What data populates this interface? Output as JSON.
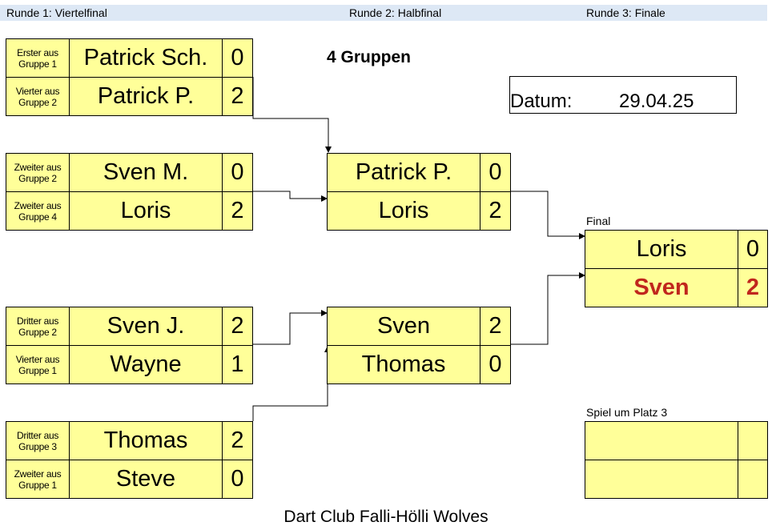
{
  "header": {
    "round1": "Runde 1:  Viertelfinal",
    "round2": "Runde 2:  Halbfinal",
    "round3": "Runde 3: Finale"
  },
  "groups_title": "4 Gruppen",
  "date": {
    "label": "Datum:",
    "value": "29.04.25"
  },
  "labels": {
    "final": "Final",
    "third_place": "Spiel um Platz 3"
  },
  "quarterfinals": [
    {
      "desc": "Erster aus Gruppe 1",
      "name": "Patrick Sch.",
      "score": "0"
    },
    {
      "desc": "Vierter aus Gruppe 2",
      "name": "Patrick P.",
      "score": "2"
    },
    {
      "desc": "Zweiter aus Gruppe 2",
      "name": "Sven M.",
      "score": "0"
    },
    {
      "desc": "Zweiter aus Gruppe 4",
      "name": "Loris",
      "score": "2"
    },
    {
      "desc": "Dritter aus Gruppe 2",
      "name": "Sven J.",
      "score": "2"
    },
    {
      "desc": "Vierter aus Gruppe 1",
      "name": "Wayne",
      "score": "1"
    },
    {
      "desc": "Dritter aus Gruppe 3",
      "name": "Thomas",
      "score": "2"
    },
    {
      "desc": "Zweiter aus Gruppe 1",
      "name": "Steve",
      "score": "0"
    }
  ],
  "semifinals": [
    {
      "name": "Patrick P.",
      "score": "0"
    },
    {
      "name": "Loris",
      "score": "2"
    },
    {
      "name": "Sven",
      "score": "2"
    },
    {
      "name": "Thomas",
      "score": "0"
    }
  ],
  "final": [
    {
      "name": "Loris",
      "score": "0"
    },
    {
      "name": "Sven",
      "score": "2"
    }
  ],
  "third_place": [
    {
      "name": "",
      "score": ""
    },
    {
      "name": "",
      "score": ""
    }
  ],
  "colors": {
    "cell_fill": "#ffff99",
    "winner_text": "#c0261d",
    "header_bar": "#dde8f5"
  },
  "footer": "Dart Club Falli-Hölli Wolves"
}
